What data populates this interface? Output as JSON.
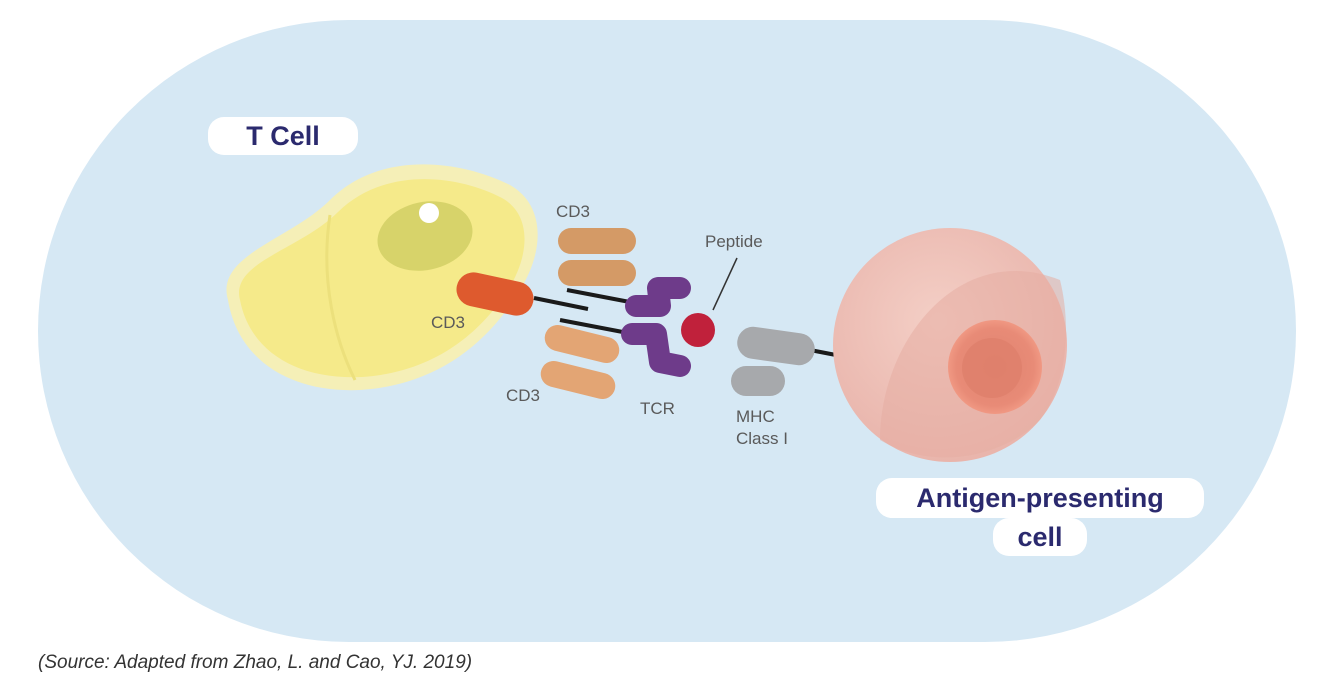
{
  "labels": {
    "t_cell": "T Cell",
    "apc_line1": "Antigen-presenting",
    "apc_line2": "cell",
    "cd3_top": "CD3",
    "cd3_left": "CD3",
    "cd3_bottom": "CD3",
    "peptide": "Peptide",
    "tcr": "TCR",
    "mhc_line1": "MHC",
    "mhc_line2": "Class I"
  },
  "source": "(Source: Adapted from Zhao, L. and Cao, YJ. 2019)",
  "colors": {
    "background": "#d6e8f4",
    "t_cell": "#f5ea8a",
    "nucleus_t": "#d7d36a",
    "apc": "#f1c6bd",
    "apc_nucleus": "#ef8b76",
    "cd3_tan": "#d49a66",
    "cd3_orange": "#de5a2e",
    "tcr": "#6e3b8a",
    "peptide": "#c0213b",
    "mhc": "#a7a9ac",
    "label_text": "#2b2a6e"
  }
}
